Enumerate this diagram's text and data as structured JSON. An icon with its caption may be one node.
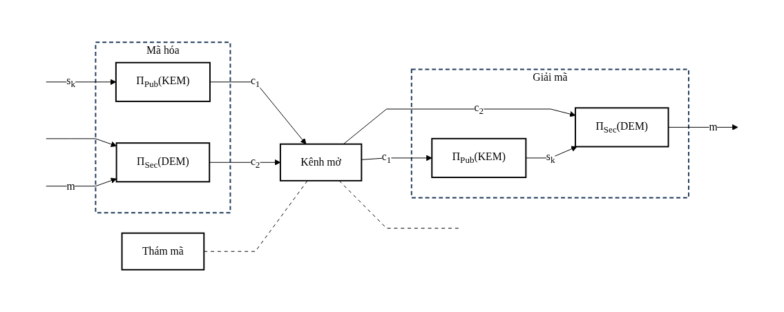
{
  "diagram": {
    "nodes": [
      {
        "text": [
          "Mã hóa"
        ]
      },
      {
        "text": [
          "Π$_{Pub}$(KEM)"
        ],
        "in": 0
      },
      {
        "text": [
          "Π$_{Sec}$(DEM)"
        ],
        "in": 0
      },
      {
        "text": [
          "Thám mã"
        ]
      },
      {
        "text": [
          "Kênh mở"
        ]
      },
      {
        "text": [
          "Giải mã"
        ]
      },
      {
        "text": [
          "Π$_{Pub}$(KEM)"
        ],
        "in": 5
      },
      {
        "text": [
          "Π$_{Sec}$(DEM)"
        ],
        "in": 5
      }
    ],
    "edges": [
      {
        "from": null,
        "to": 1,
        "arrow": "to",
        "label": "s$_{k}$"
      },
      {
        "from": null,
        "to": 2,
        "arrow": "to"
      },
      {
        "from": null,
        "to": 2,
        "arrow": "to",
        "label": "m"
      },
      {
        "from": 1,
        "to": 4,
        "arrow": "to",
        "label": "c$_{1}$"
      },
      {
        "from": 2,
        "to": 4,
        "arrow": "to",
        "label": "c$_{2}$"
      },
      {
        "from": 3,
        "to": 4,
        "arrow": "none",
        "style": "dashed"
      },
      {
        "from": 4,
        "to": null,
        "arrow": "none",
        "style": "dashed"
      },
      {
        "from": 4,
        "to": 6,
        "arrow": "to",
        "label": "c$_{1}$"
      },
      {
        "from": 4,
        "to": 7,
        "arrow": "to",
        "label": "c$_{2}$"
      },
      {
        "from": 6,
        "to": 7,
        "arrow": "to",
        "label": "s$_{k}$"
      },
      {
        "from": 7,
        "to": null,
        "arrow": "to",
        "label": "m"
      }
    ]
  }
}
